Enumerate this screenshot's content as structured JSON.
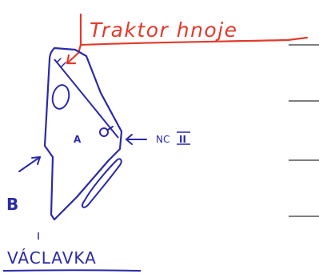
{
  "title": "Traktor hnoje",
  "label_nc": "NC",
  "label_nc_numeral": "II",
  "label_a": "A",
  "label_b": "B",
  "label_name": "VÁCLAVKA",
  "colors": {
    "red": "#e23a2c",
    "blue": "#2a2aa8",
    "rule": "#555555"
  }
}
